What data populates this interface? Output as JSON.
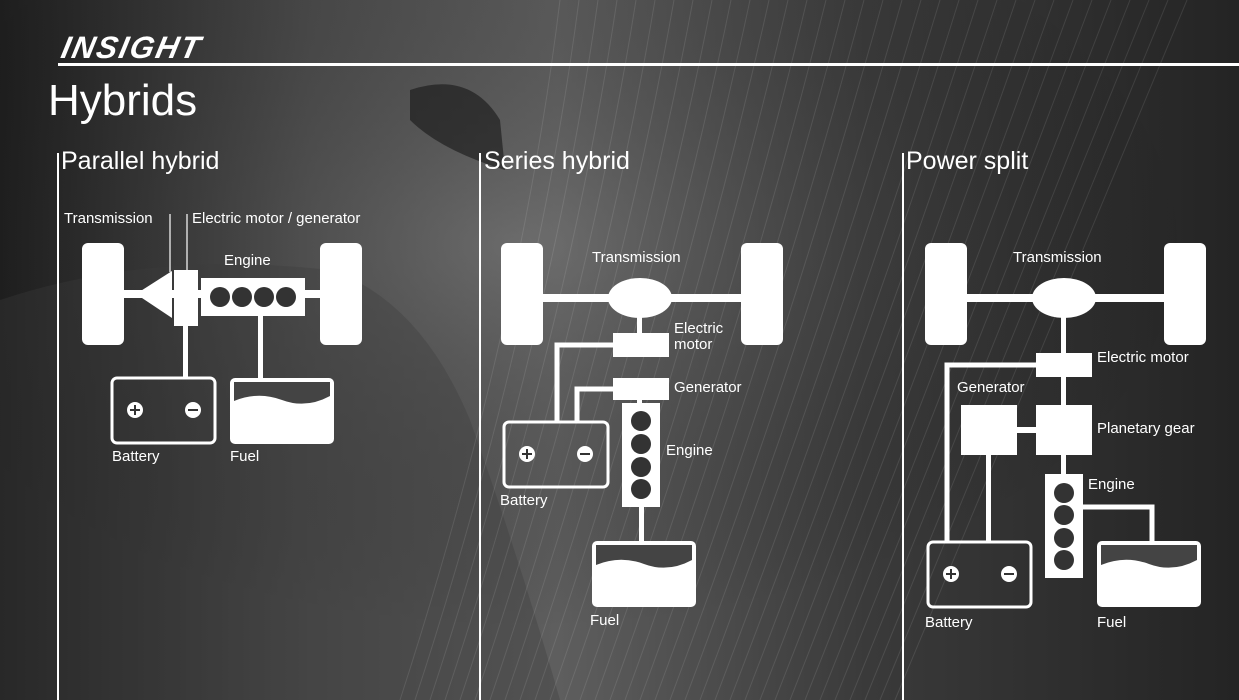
{
  "header": {
    "logo": "INSIGHT",
    "title": "Hybrids"
  },
  "colors": {
    "foreground": "#ffffff",
    "background_dark": "#1e1e1e",
    "background_light": "#5e5e5e"
  },
  "sections": {
    "parallel": {
      "title": "Parallel hybrid",
      "labels": {
        "transmission": "Transmission",
        "motor_generator": "Electric motor / generator",
        "engine": "Engine",
        "battery": "Battery",
        "fuel": "Fuel"
      }
    },
    "series": {
      "title": "Series hybrid",
      "labels": {
        "transmission": "Transmission",
        "motor_line1": "Electric",
        "motor_line2": "motor",
        "generator": "Generator",
        "engine": "Engine",
        "battery": "Battery",
        "fuel": "Fuel"
      }
    },
    "power_split": {
      "title": "Power split",
      "labels": {
        "transmission": "Transmission",
        "motor": "Electric motor",
        "generator": "Generator",
        "planetary": "Planetary gear",
        "engine": "Engine",
        "battery": "Battery",
        "fuel": "Fuel"
      }
    }
  }
}
